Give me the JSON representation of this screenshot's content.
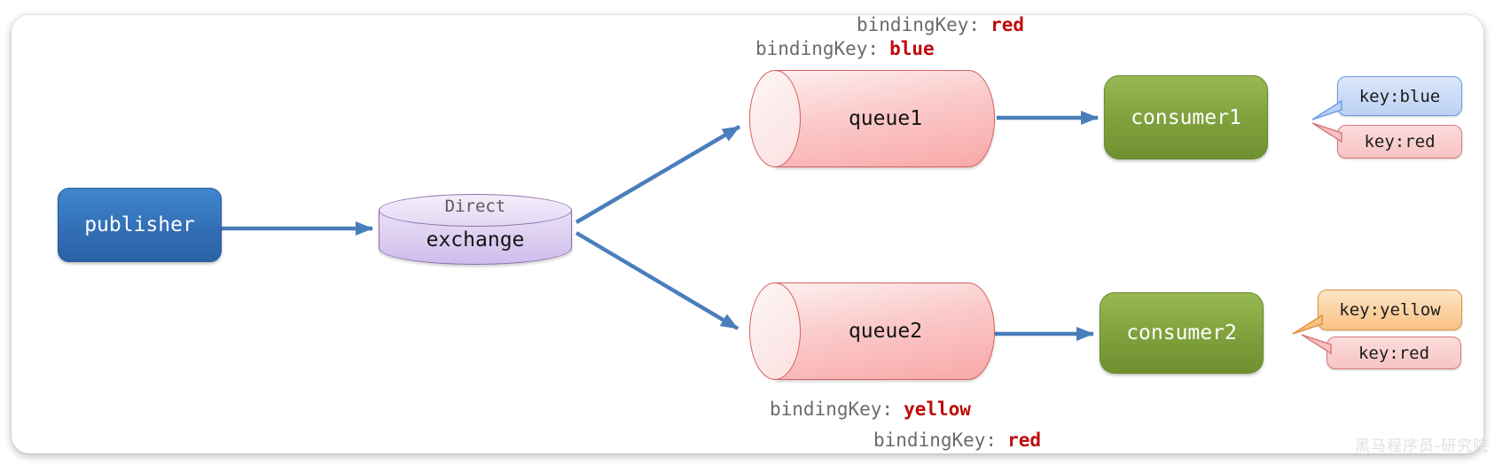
{
  "publisher": {
    "label": "publisher"
  },
  "exchange": {
    "kind": "Direct",
    "label": "exchange"
  },
  "queue1": {
    "label": "queue1"
  },
  "queue2": {
    "label": "queue2"
  },
  "consumer1": {
    "label": "consumer1"
  },
  "consumer2": {
    "label": "consumer2"
  },
  "bindings": {
    "top1": {
      "prefix": "bindingKey:",
      "value": "red"
    },
    "top2": {
      "prefix": "bindingKey:",
      "value": "blue"
    },
    "bottom1": {
      "prefix": "bindingKey:",
      "value": "yellow"
    },
    "bottom2": {
      "prefix": "bindingKey:",
      "value": "red"
    }
  },
  "tags": {
    "c1_blue": "key:blue",
    "c1_red": "key:red",
    "c2_yellow": "key:yellow",
    "c2_red": "key:red"
  },
  "watermark": "黑马程序员-研究院",
  "colors": {
    "arrow": "#4a7ebb",
    "publisher_fill": "#336fb6",
    "exchange_fill": "#dccdf0",
    "exchange_border": "#8f72ad",
    "queue_fill": "#f8a8a8",
    "queue_border": "#d66060",
    "consumer_fill": "#7fa03c",
    "tag_blue_fill": "#bcd2f5",
    "tag_blue_border": "#6e9ce6",
    "tag_red_fill": "#f8c3c3",
    "tag_red_border": "#d97b7b",
    "tag_yellow_fill": "#f9c183",
    "tag_yellow_border": "#e19440",
    "binding_prefix": "#6b6b6b",
    "binding_value": "#c00a0a",
    "watermark": "#e0e0e0"
  }
}
